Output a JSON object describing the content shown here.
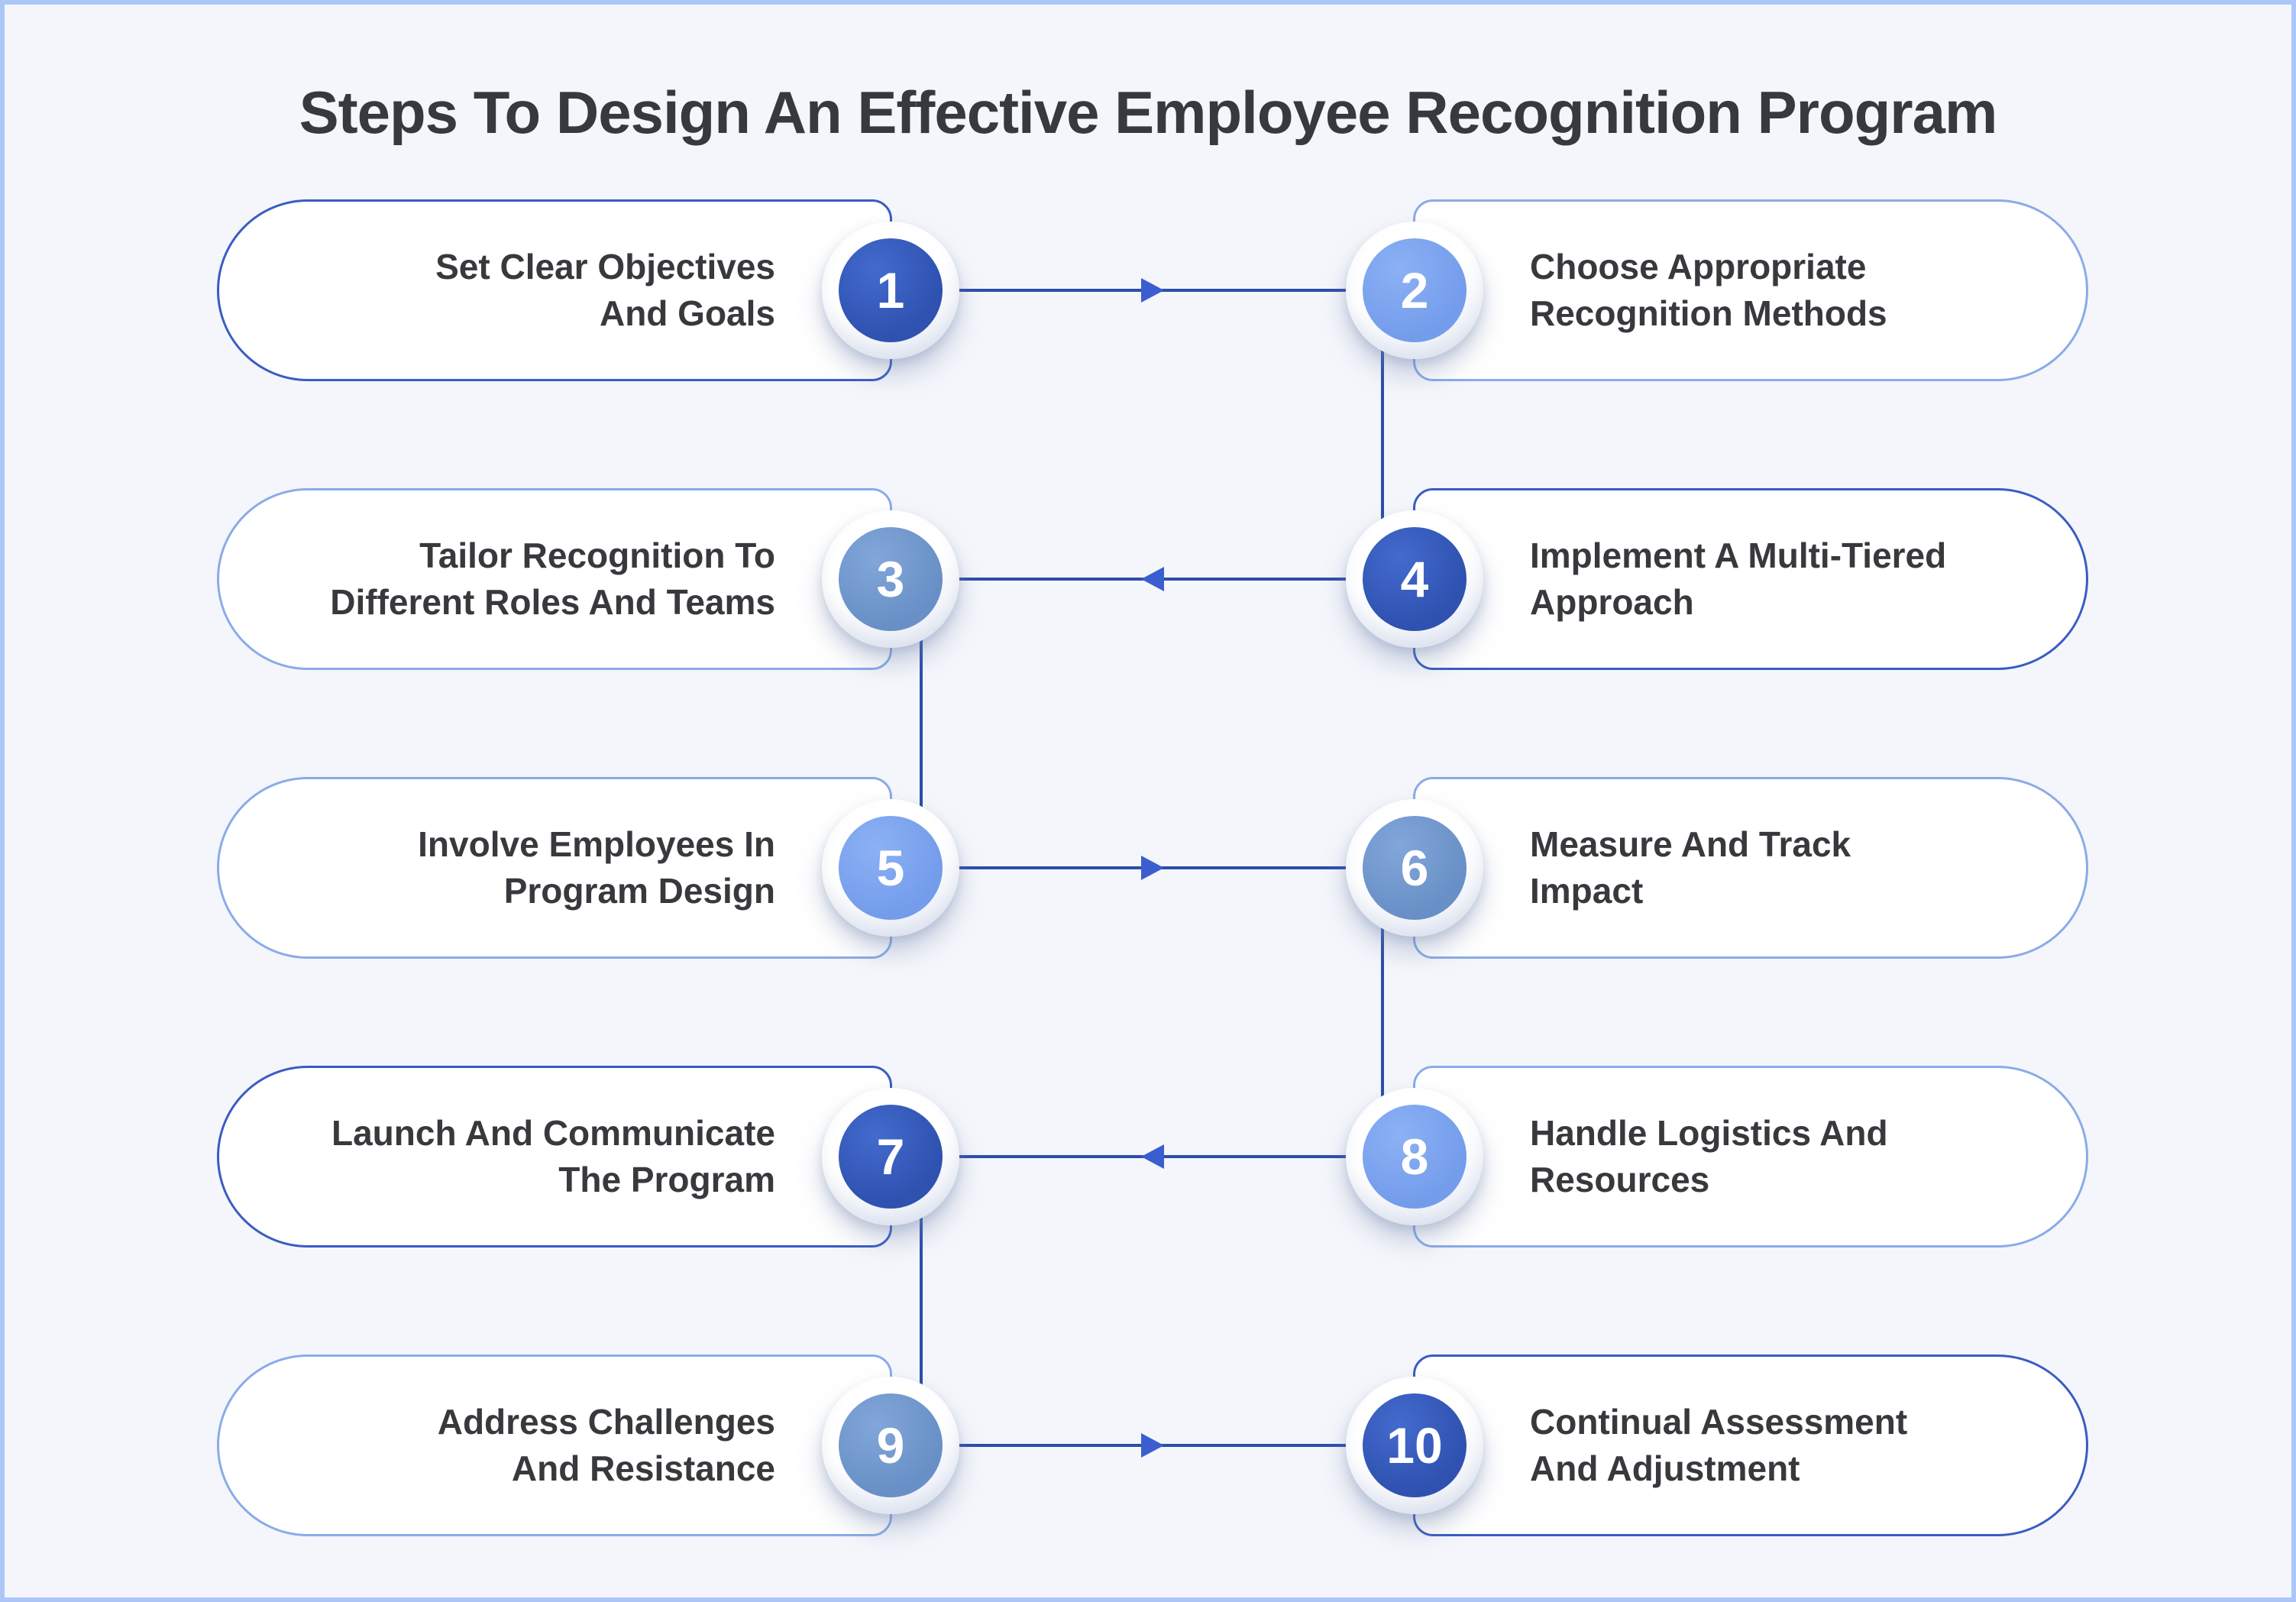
{
  "title": "Steps To Design An Effective Employee Recognition Program",
  "steps": [
    {
      "number": "1",
      "label": "Set Clear Objectives\nAnd Goals",
      "tone": "dark",
      "side": "left"
    },
    {
      "number": "2",
      "label": "Choose Appropriate\nRecognition Methods",
      "tone": "light",
      "side": "right"
    },
    {
      "number": "3",
      "label": "Tailor Recognition To\nDifferent Roles And Teams",
      "tone": "steel",
      "side": "left"
    },
    {
      "number": "4",
      "label": "Implement A Multi-Tiered\nApproach",
      "tone": "dark",
      "side": "right"
    },
    {
      "number": "5",
      "label": "Involve Employees In\nProgram Design",
      "tone": "light",
      "side": "left"
    },
    {
      "number": "6",
      "label": "Measure And Track\nImpact",
      "tone": "steel",
      "side": "right"
    },
    {
      "number": "7",
      "label": "Launch And Communicate\nThe Program",
      "tone": "dark",
      "side": "left"
    },
    {
      "number": "8",
      "label": "Handle Logistics And\nResources",
      "tone": "light",
      "side": "right"
    },
    {
      "number": "9",
      "label": "Address Challenges\nAnd Resistance",
      "tone": "steel",
      "side": "left"
    },
    {
      "number": "10",
      "label": "Continual Assessment\nAnd Adjustment",
      "tone": "dark",
      "side": "right"
    }
  ],
  "connections": [
    {
      "from": "1",
      "to": "2"
    },
    {
      "from": "2",
      "to": "4"
    },
    {
      "from": "4",
      "to": "3"
    },
    {
      "from": "3",
      "to": "5"
    },
    {
      "from": "5",
      "to": "6"
    },
    {
      "from": "6",
      "to": "8"
    },
    {
      "from": "8",
      "to": "7"
    },
    {
      "from": "7",
      "to": "9"
    },
    {
      "from": "9",
      "to": "10"
    }
  ],
  "colors": {
    "background": "#f4f6fb",
    "frame_border": "#adc6f8",
    "box_fill": "#ffffff",
    "box_border_dark": "#3a5cc2",
    "box_border_light": "#8aabe8",
    "circle_dark": "#2f52b0",
    "circle_light": "#739ceb",
    "circle_steel": "#6890c6",
    "connector": "#2c4ea9",
    "arrowhead": "#3a5ecf",
    "title_text": "#37393f",
    "label_text": "#37393d",
    "number_text": "#ffffff"
  }
}
